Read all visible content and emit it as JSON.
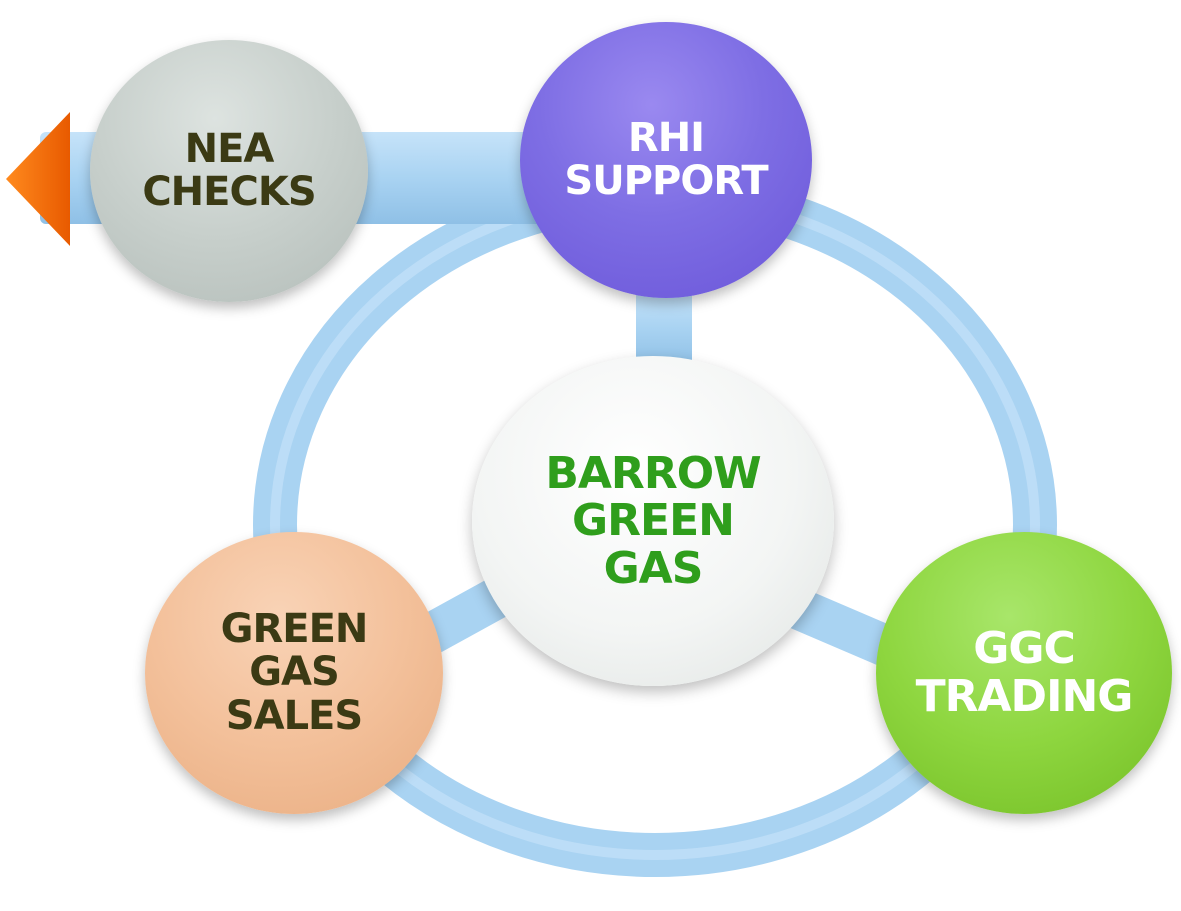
{
  "nodes": {
    "rhi": {
      "lines": [
        "RHI",
        "SUPPORT"
      ],
      "fill": "#7e6ee4",
      "text_color": "#ffffff"
    },
    "nea": {
      "lines": [
        "NEA",
        "CHECKS"
      ],
      "fill": "#c7cfcb",
      "text_color": "#3b3a14"
    },
    "center": {
      "lines": [
        "BARROW",
        "GREEN",
        "GAS"
      ],
      "fill": "#f3f5f4",
      "text_color": "#2f9e1c"
    },
    "sales": {
      "lines": [
        "GREEN",
        "GAS",
        "SALES"
      ],
      "fill": "#f3c09a",
      "text_color": "#3b3a14"
    },
    "ggc": {
      "lines": [
        "GGC",
        "TRADING"
      ],
      "fill": "#8ed63f",
      "text_color": "#ffffff"
    }
  },
  "colors": {
    "connector": "#a9d3f2",
    "arrow": "#ff6a00"
  }
}
